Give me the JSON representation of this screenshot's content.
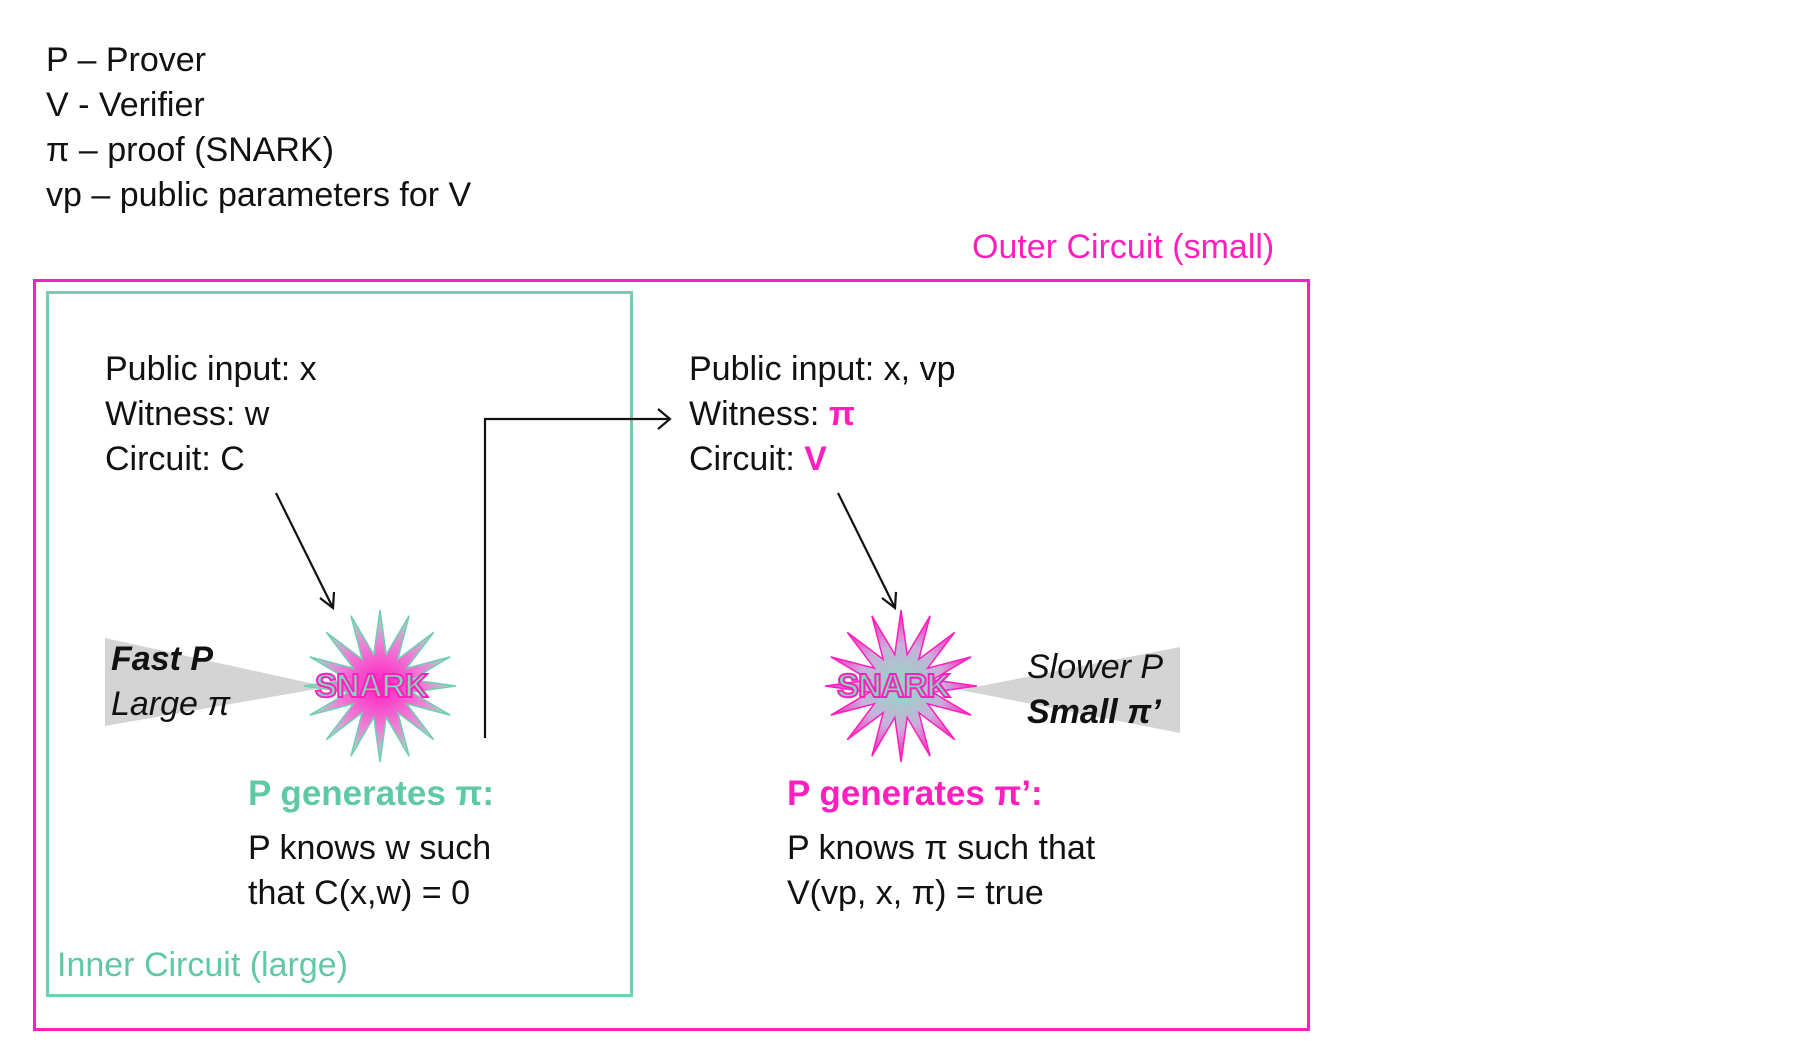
{
  "legend": [
    "P – Prover",
    "V - Verifier",
    "π – proof (SNARK)",
    "vp – public parameters for V"
  ],
  "outer_circuit": {
    "title": "Outer Circuit (small)",
    "color": "#ff1fbf"
  },
  "inner_circuit": {
    "title": "Inner Circuit (large)",
    "color": "#6fcfae"
  },
  "left": {
    "public_input": "Public input: x",
    "witness": "Witness: w",
    "circuit": "Circuit: C",
    "snark": "SNARK",
    "tag_line1": "Fast P",
    "tag_line2": "Large π",
    "generates": "P generates π:",
    "statement_line1": "P knows w such",
    "statement_line2": "that C(x,w) = 0"
  },
  "right": {
    "public_input": "Public input: x, vp",
    "witness_prefix": "Witness: ",
    "witness_value": "π",
    "circuit_prefix": "Circuit: ",
    "circuit_value": "V",
    "snark": "SNARK",
    "tag_line1": "Slower P",
    "tag_line2": "Small π’",
    "generates": "P generates π’:",
    "statement_line1": "P knows π such that",
    "statement_line2": "V(vp, x, π) = true"
  }
}
